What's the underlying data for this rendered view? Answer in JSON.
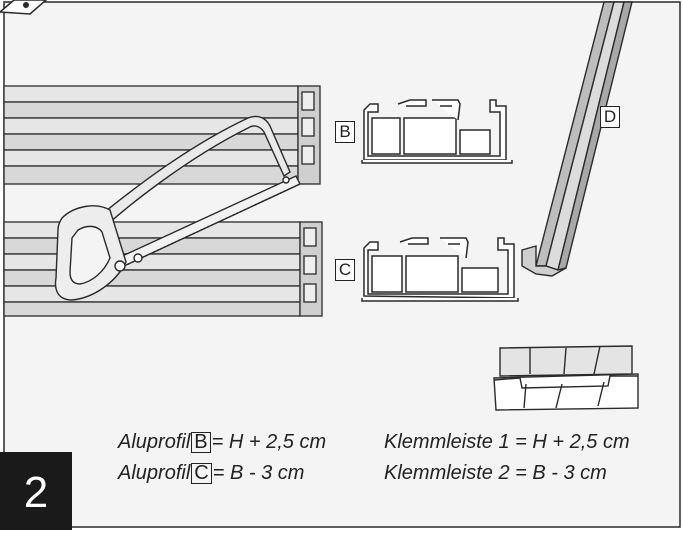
{
  "step_number": "2",
  "labels": {
    "b": "B",
    "c": "C",
    "d": "D"
  },
  "captions": {
    "line1": {
      "prefix": "Aluprofil",
      "box": "B",
      "suffix": "= H + 2,5 cm"
    },
    "line2": {
      "prefix": "Aluprofil",
      "box": "C",
      "suffix": "= B - 3 cm"
    },
    "klemm1": "Klemmleiste 1 = H + 2,5 cm",
    "klemm2": "Klemmleiste 2 = B - 3 cm"
  },
  "colors": {
    "background": "#f4f4f4",
    "profile_fill": "#e3e3e3",
    "line": "#2a2a2a",
    "badge": "#1a1a1a"
  }
}
